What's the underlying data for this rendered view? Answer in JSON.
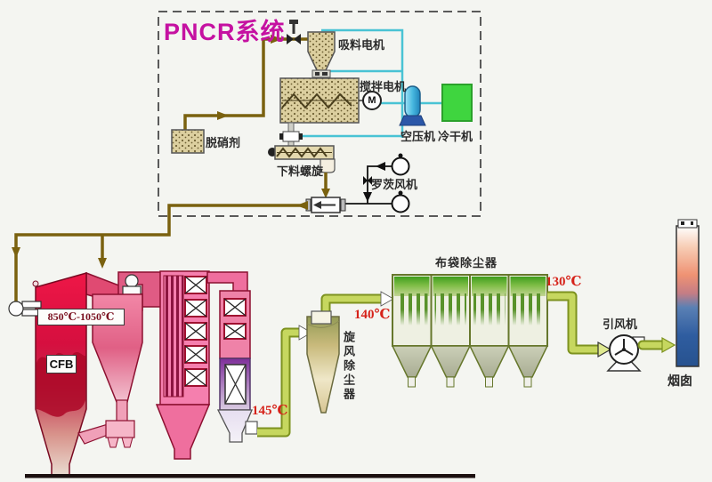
{
  "pncr": {
    "title": "PNCR系统",
    "agent": "脱硝剂",
    "suction_motor": "吸料电机",
    "mix_motor": "搅拌电机",
    "motor_symbol": "M",
    "air_compressor": "空压机",
    "cold_dryer": "冷干机",
    "feed_screw": "下料螺旋",
    "roots_blower": "罗茨风机"
  },
  "boiler": {
    "temp_range": "850℃-1050℃",
    "type": "CFB"
  },
  "flue_gas_train": {
    "temp_after_air_heater": "145℃",
    "cyclone_collector": "旋风除尘器",
    "temp_after_cyclone": "140℃",
    "bag_filter": "布袋除尘器",
    "temp_after_bag_filter": "130℃",
    "induced_draft_fan": "引风机",
    "chimney": "烟囱"
  },
  "colors": {
    "title_magenta": "#c511a1",
    "temp_red": "#d6231a",
    "pipe_gold": "#7a610f",
    "air_line_cyan": "#49c3d4",
    "flue_duct_green": "#c6d75f",
    "boiler_red": "#d60f3f",
    "dryer_green": "#3fd53f"
  }
}
